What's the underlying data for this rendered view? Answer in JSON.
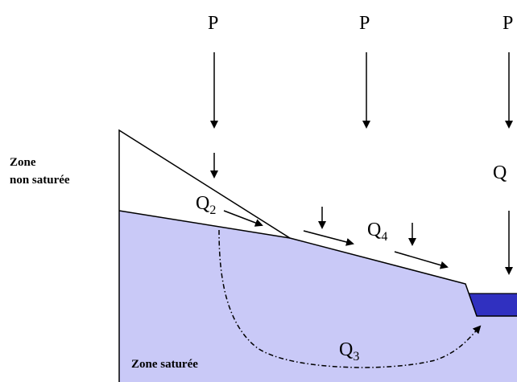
{
  "labels": {
    "precipitation": "P",
    "zone_unsaturated_line1": "Zone",
    "zone_unsaturated_line2": "non saturée",
    "zone_saturated": "Zone saturée"
  },
  "flows": {
    "q2": {
      "base": "Q",
      "sub": "2"
    },
    "q3": {
      "base": "Q",
      "sub": "3"
    },
    "q4": {
      "base": "Q",
      "sub": "4"
    },
    "q_right": {
      "base": "Q",
      "sub": ""
    }
  },
  "colors": {
    "saturated_fill": "#c9c9f7",
    "water_fill": "#3030c0",
    "stroke": "#000000",
    "background": "#ffffff"
  }
}
